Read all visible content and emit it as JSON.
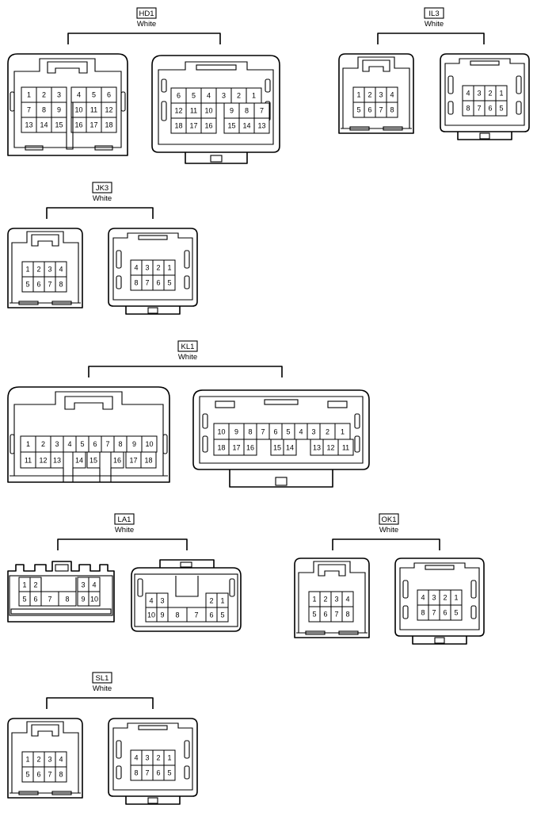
{
  "groups": [
    {
      "id": "HD1",
      "color": "White",
      "connectors": [
        {
          "rows": [
            [
              "1",
              "2",
              "3",
              "",
              "4",
              "5",
              "6"
            ],
            [
              "7",
              "8",
              "9",
              "",
              "10",
              "11",
              "12"
            ],
            [
              "13",
              "14",
              "15",
              "",
              "16",
              "17",
              "18"
            ]
          ]
        },
        {
          "rows": [
            [
              "6",
              "5",
              "4",
              "3",
              "2",
              "1"
            ],
            [
              "12",
              "11",
              "10",
              "",
              "9",
              "8",
              "7"
            ],
            [
              "18",
              "17",
              "16",
              "",
              "15",
              "14",
              "13"
            ]
          ]
        }
      ]
    },
    {
      "id": "IL3",
      "color": "White",
      "connectors": [
        {
          "rows": [
            [
              "1",
              "2",
              "3",
              "4"
            ],
            [
              "5",
              "6",
              "7",
              "8"
            ]
          ]
        },
        {
          "rows": [
            [
              "4",
              "3",
              "2",
              "1"
            ],
            [
              "8",
              "7",
              "6",
              "5"
            ]
          ]
        }
      ]
    },
    {
      "id": "JK3",
      "color": "White",
      "connectors": [
        {
          "rows": [
            [
              "1",
              "2",
              "3",
              "4"
            ],
            [
              "5",
              "6",
              "7",
              "8"
            ]
          ]
        },
        {
          "rows": [
            [
              "4",
              "3",
              "2",
              "1"
            ],
            [
              "8",
              "7",
              "6",
              "5"
            ]
          ]
        }
      ]
    },
    {
      "id": "KL1",
      "color": "White",
      "connectors": [
        {
          "rows": [
            [
              "1",
              "2",
              "3",
              "4",
              "5",
              "6",
              "7",
              "8",
              "9",
              "10"
            ],
            [
              "11",
              "12",
              "13",
              "14",
              "15",
              "16",
              "17",
              "18"
            ]
          ]
        },
        {
          "rows": [
            [
              "10",
              "9",
              "8",
              "7",
              "6",
              "5",
              "4",
              "3",
              "2",
              "1"
            ],
            [
              "18",
              "17",
              "16",
              "15",
              "14",
              "13",
              "12",
              "11"
            ]
          ]
        }
      ]
    },
    {
      "id": "LA1",
      "color": "White",
      "connectors": [
        {
          "rows": [
            [
              "1",
              "2",
              "3",
              "4"
            ],
            [
              "5",
              "6",
              "7",
              "8",
              "9",
              "10"
            ]
          ]
        },
        {
          "rows": [
            [
              "4",
              "3",
              "2",
              "1"
            ],
            [
              "10",
              "9",
              "8",
              "7",
              "6",
              "5"
            ]
          ]
        }
      ]
    },
    {
      "id": "OK1",
      "color": "White",
      "connectors": [
        {
          "rows": [
            [
              "1",
              "2",
              "3",
              "4"
            ],
            [
              "5",
              "6",
              "7",
              "8"
            ]
          ]
        },
        {
          "rows": [
            [
              "4",
              "3",
              "2",
              "1"
            ],
            [
              "8",
              "7",
              "6",
              "5"
            ]
          ]
        }
      ]
    },
    {
      "id": "SL1",
      "color": "White",
      "connectors": [
        {
          "rows": [
            [
              "1",
              "2",
              "3",
              "4"
            ],
            [
              "5",
              "6",
              "7",
              "8"
            ]
          ]
        },
        {
          "rows": [
            [
              "4",
              "3",
              "2",
              "1"
            ],
            [
              "8",
              "7",
              "6",
              "5"
            ]
          ]
        }
      ]
    }
  ]
}
